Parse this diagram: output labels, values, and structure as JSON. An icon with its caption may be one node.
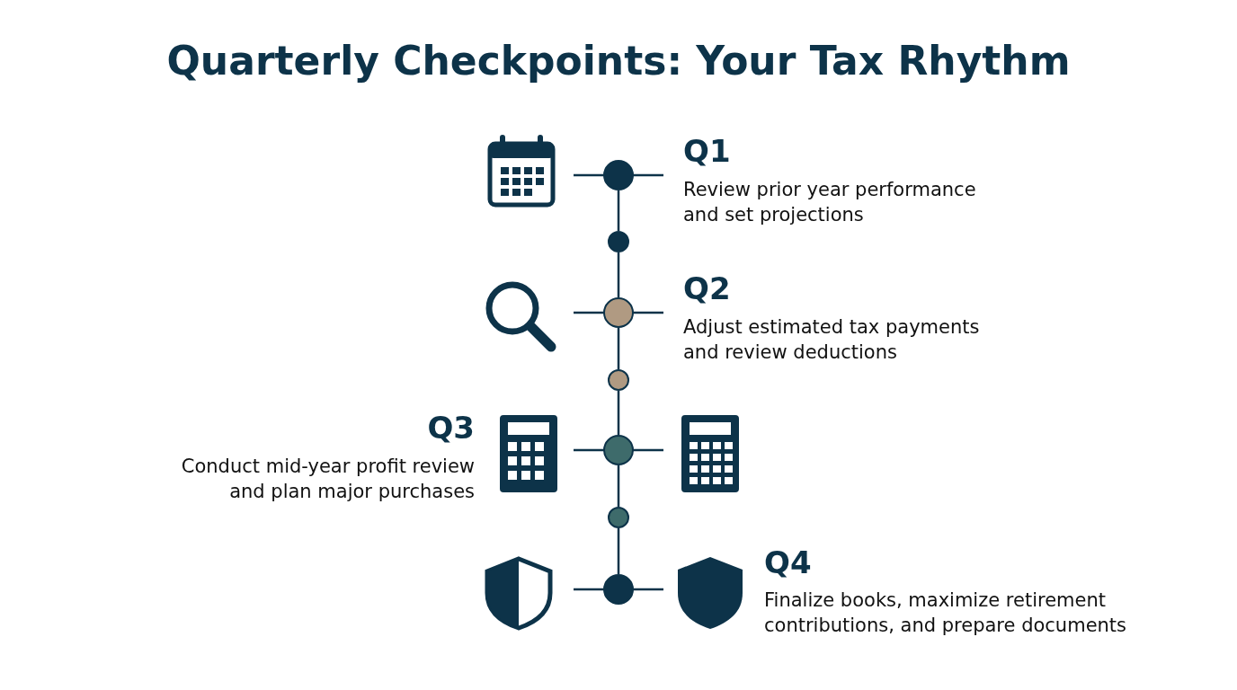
{
  "diagram": {
    "title": "Quarterly Checkpoints: Your Tax Rhythm",
    "nodes": [
      {
        "text": [],
        "shape": "circle"
      },
      {
        "text": [],
        "shape": "circle"
      },
      {
        "text": [],
        "shape": "circle"
      },
      {
        "text": [],
        "shape": "circle"
      },
      {
        "text": [],
        "shape": "circle"
      },
      {
        "text": [],
        "shape": "circle"
      },
      {
        "text": [],
        "shape": "circle"
      }
    ],
    "edges": [
      {
        "from": 0,
        "to": 1,
        "arrow": "none"
      },
      {
        "from": 1,
        "to": 2,
        "arrow": "none"
      },
      {
        "from": 2,
        "to": 3,
        "arrow": "none"
      },
      {
        "from": 3,
        "to": 4,
        "arrow": "none"
      },
      {
        "from": 4,
        "to": 5,
        "arrow": "none"
      },
      {
        "from": 5,
        "to": 6,
        "arrow": "none"
      }
    ],
    "labels": [
      "Q1",
      "Review prior year performance and set projections",
      "Q2",
      "Adjust estimated tax payments and review deductions",
      "Q3",
      "Conduct mid-year profit review and plan major purchases",
      "Q4",
      "Finalize books, maximize retirement contributions, and prepare documents"
    ]
  }
}
